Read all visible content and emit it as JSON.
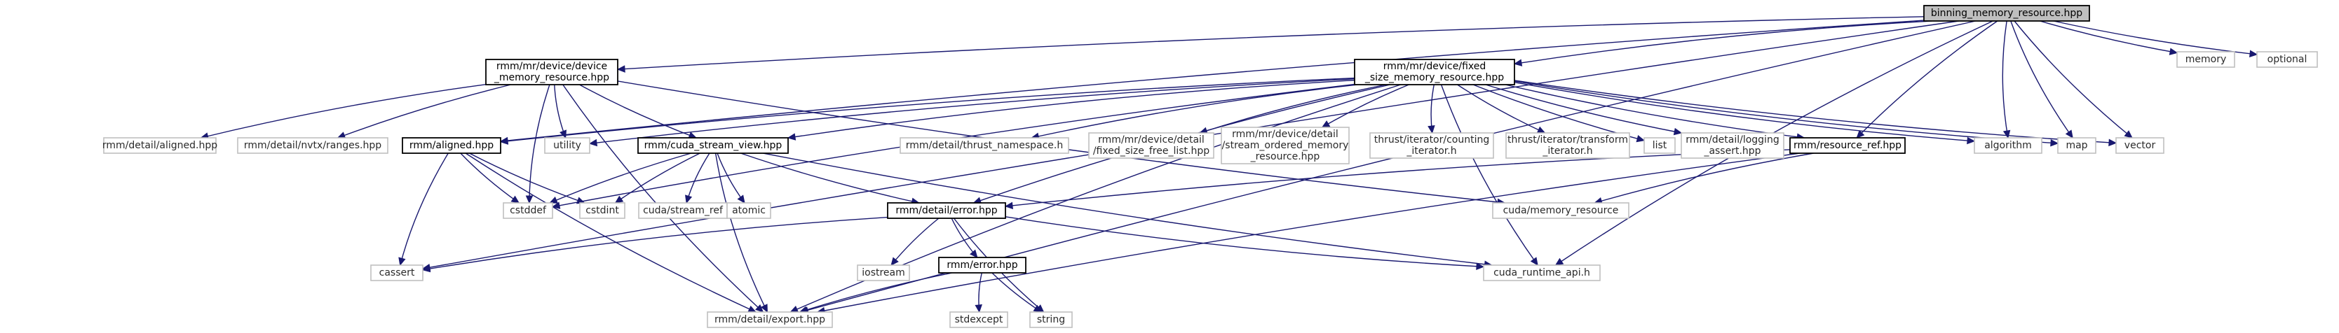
{
  "graph": {
    "root": "binning_memory_resource.hpp",
    "nodes": {
      "root": {
        "label": [
          "binning_memory_resource.hpp"
        ],
        "kind": "root"
      },
      "device_memory_resource": {
        "label": [
          "rmm/mr/device/device",
          "_memory_resource.hpp"
        ],
        "kind": "project"
      },
      "fixed_size_memory_resource": {
        "label": [
          "rmm/mr/device/fixed",
          "_size_memory_resource.hpp"
        ],
        "kind": "project"
      },
      "aligned": {
        "label": [
          "rmm/aligned.hpp"
        ],
        "kind": "project"
      },
      "cuda_stream_view": {
        "label": [
          "rmm/cuda_stream_view.hpp"
        ],
        "kind": "project"
      },
      "resource_ref": {
        "label": [
          "rmm/resource_ref.hpp"
        ],
        "kind": "project"
      },
      "detail_error": {
        "label": [
          "rmm/detail/error.hpp"
        ],
        "kind": "project"
      },
      "rmm_error": {
        "label": [
          "rmm/error.hpp"
        ],
        "kind": "project"
      },
      "detail_aligned": {
        "label": [
          "rmm/detail/aligned.hpp"
        ],
        "kind": "external"
      },
      "nvtx_ranges": {
        "label": [
          "rmm/detail/nvtx/ranges.hpp"
        ],
        "kind": "external"
      },
      "utility": {
        "label": [
          "utility"
        ],
        "kind": "external"
      },
      "thrust_namespace": {
        "label": [
          "rmm/detail/thrust_namespace.h"
        ],
        "kind": "external"
      },
      "fixed_size_free_list": {
        "label": [
          "rmm/mr/device/detail",
          "/fixed_size_free_list.hpp"
        ],
        "kind": "external"
      },
      "stream_ordered": {
        "label": [
          "rmm/mr/device/detail",
          "/stream_ordered_memory",
          "_resource.hpp"
        ],
        "kind": "external"
      },
      "counting_iterator": {
        "label": [
          "thrust/iterator/counting",
          "_iterator.h"
        ],
        "kind": "external"
      },
      "transform_iterator": {
        "label": [
          "thrust/iterator/transform",
          "_iterator.h"
        ],
        "kind": "external"
      },
      "list": {
        "label": [
          "list"
        ],
        "kind": "external"
      },
      "logging_assert": {
        "label": [
          "rmm/detail/logging",
          "_assert.hpp"
        ],
        "kind": "external"
      },
      "algorithm": {
        "label": [
          "algorithm"
        ],
        "kind": "external"
      },
      "map": {
        "label": [
          "map"
        ],
        "kind": "external"
      },
      "vector": {
        "label": [
          "vector"
        ],
        "kind": "external"
      },
      "memory": {
        "label": [
          "memory"
        ],
        "kind": "external"
      },
      "optional": {
        "label": [
          "optional"
        ],
        "kind": "external"
      },
      "cstddef": {
        "label": [
          "cstddef"
        ],
        "kind": "external"
      },
      "cstdint": {
        "label": [
          "cstdint"
        ],
        "kind": "external"
      },
      "cuda_stream_ref": {
        "label": [
          "cuda/stream_ref"
        ],
        "kind": "external"
      },
      "atomic": {
        "label": [
          "atomic"
        ],
        "kind": "external"
      },
      "cuda_memory_resource": {
        "label": [
          "cuda/memory_resource"
        ],
        "kind": "external"
      },
      "cassert": {
        "label": [
          "cassert"
        ],
        "kind": "external"
      },
      "iostream": {
        "label": [
          "iostream"
        ],
        "kind": "external"
      },
      "cuda_runtime_api": {
        "label": [
          "cuda_runtime_api.h"
        ],
        "kind": "external"
      },
      "stdexcept": {
        "label": [
          "stdexcept"
        ],
        "kind": "external"
      },
      "string": {
        "label": [
          "string"
        ],
        "kind": "external"
      },
      "detail_export": {
        "label": [
          "rmm/detail/export.hpp"
        ],
        "kind": "external"
      }
    },
    "edges": [
      [
        "root",
        "device_memory_resource"
      ],
      [
        "root",
        "fixed_size_memory_resource"
      ],
      [
        "root",
        "aligned"
      ],
      [
        "root",
        "resource_ref"
      ],
      [
        "root",
        "algorithm"
      ],
      [
        "root",
        "map"
      ],
      [
        "root",
        "vector"
      ],
      [
        "root",
        "memory"
      ],
      [
        "root",
        "optional"
      ],
      [
        "root",
        "cassert"
      ],
      [
        "root",
        "cuda_runtime_api"
      ],
      [
        "root",
        "detail_export"
      ],
      [
        "device_memory_resource",
        "detail_aligned"
      ],
      [
        "device_memory_resource",
        "nvtx_ranges"
      ],
      [
        "device_memory_resource",
        "utility"
      ],
      [
        "device_memory_resource",
        "cuda_stream_view"
      ],
      [
        "device_memory_resource",
        "cstddef"
      ],
      [
        "device_memory_resource",
        "cuda_memory_resource"
      ],
      [
        "device_memory_resource",
        "detail_export"
      ],
      [
        "fixed_size_memory_resource",
        "aligned"
      ],
      [
        "fixed_size_memory_resource",
        "cuda_stream_view"
      ],
      [
        "fixed_size_memory_resource",
        "detail_error"
      ],
      [
        "fixed_size_memory_resource",
        "thrust_namespace"
      ],
      [
        "fixed_size_memory_resource",
        "fixed_size_free_list"
      ],
      [
        "fixed_size_memory_resource",
        "stream_ordered"
      ],
      [
        "fixed_size_memory_resource",
        "counting_iterator"
      ],
      [
        "fixed_size_memory_resource",
        "transform_iterator"
      ],
      [
        "fixed_size_memory_resource",
        "list"
      ],
      [
        "fixed_size_memory_resource",
        "logging_assert"
      ],
      [
        "fixed_size_memory_resource",
        "resource_ref"
      ],
      [
        "fixed_size_memory_resource",
        "algorithm"
      ],
      [
        "fixed_size_memory_resource",
        "map"
      ],
      [
        "fixed_size_memory_resource",
        "vector"
      ],
      [
        "fixed_size_memory_resource",
        "utility"
      ],
      [
        "fixed_size_memory_resource",
        "cstddef"
      ],
      [
        "fixed_size_memory_resource",
        "cuda_runtime_api"
      ],
      [
        "fixed_size_memory_resource",
        "detail_export"
      ],
      [
        "aligned",
        "cassert"
      ],
      [
        "aligned",
        "cstddef"
      ],
      [
        "aligned",
        "cstdint"
      ],
      [
        "aligned",
        "detail_export"
      ],
      [
        "cuda_stream_view",
        "detail_error"
      ],
      [
        "cuda_stream_view",
        "cuda_stream_ref"
      ],
      [
        "cuda_stream_view",
        "atomic"
      ],
      [
        "cuda_stream_view",
        "cstddef"
      ],
      [
        "cuda_stream_view",
        "cstdint"
      ],
      [
        "cuda_stream_view",
        "cuda_runtime_api"
      ],
      [
        "cuda_stream_view",
        "detail_export"
      ],
      [
        "resource_ref",
        "detail_error"
      ],
      [
        "resource_ref",
        "cuda_memory_resource"
      ],
      [
        "resource_ref",
        "detail_export"
      ],
      [
        "detail_error",
        "cassert"
      ],
      [
        "detail_error",
        "iostream"
      ],
      [
        "detail_error",
        "rmm_error"
      ],
      [
        "detail_error",
        "string"
      ],
      [
        "detail_error",
        "cuda_runtime_api"
      ],
      [
        "rmm_error",
        "stdexcept"
      ],
      [
        "rmm_error",
        "string"
      ],
      [
        "rmm_error",
        "detail_export"
      ]
    ]
  }
}
